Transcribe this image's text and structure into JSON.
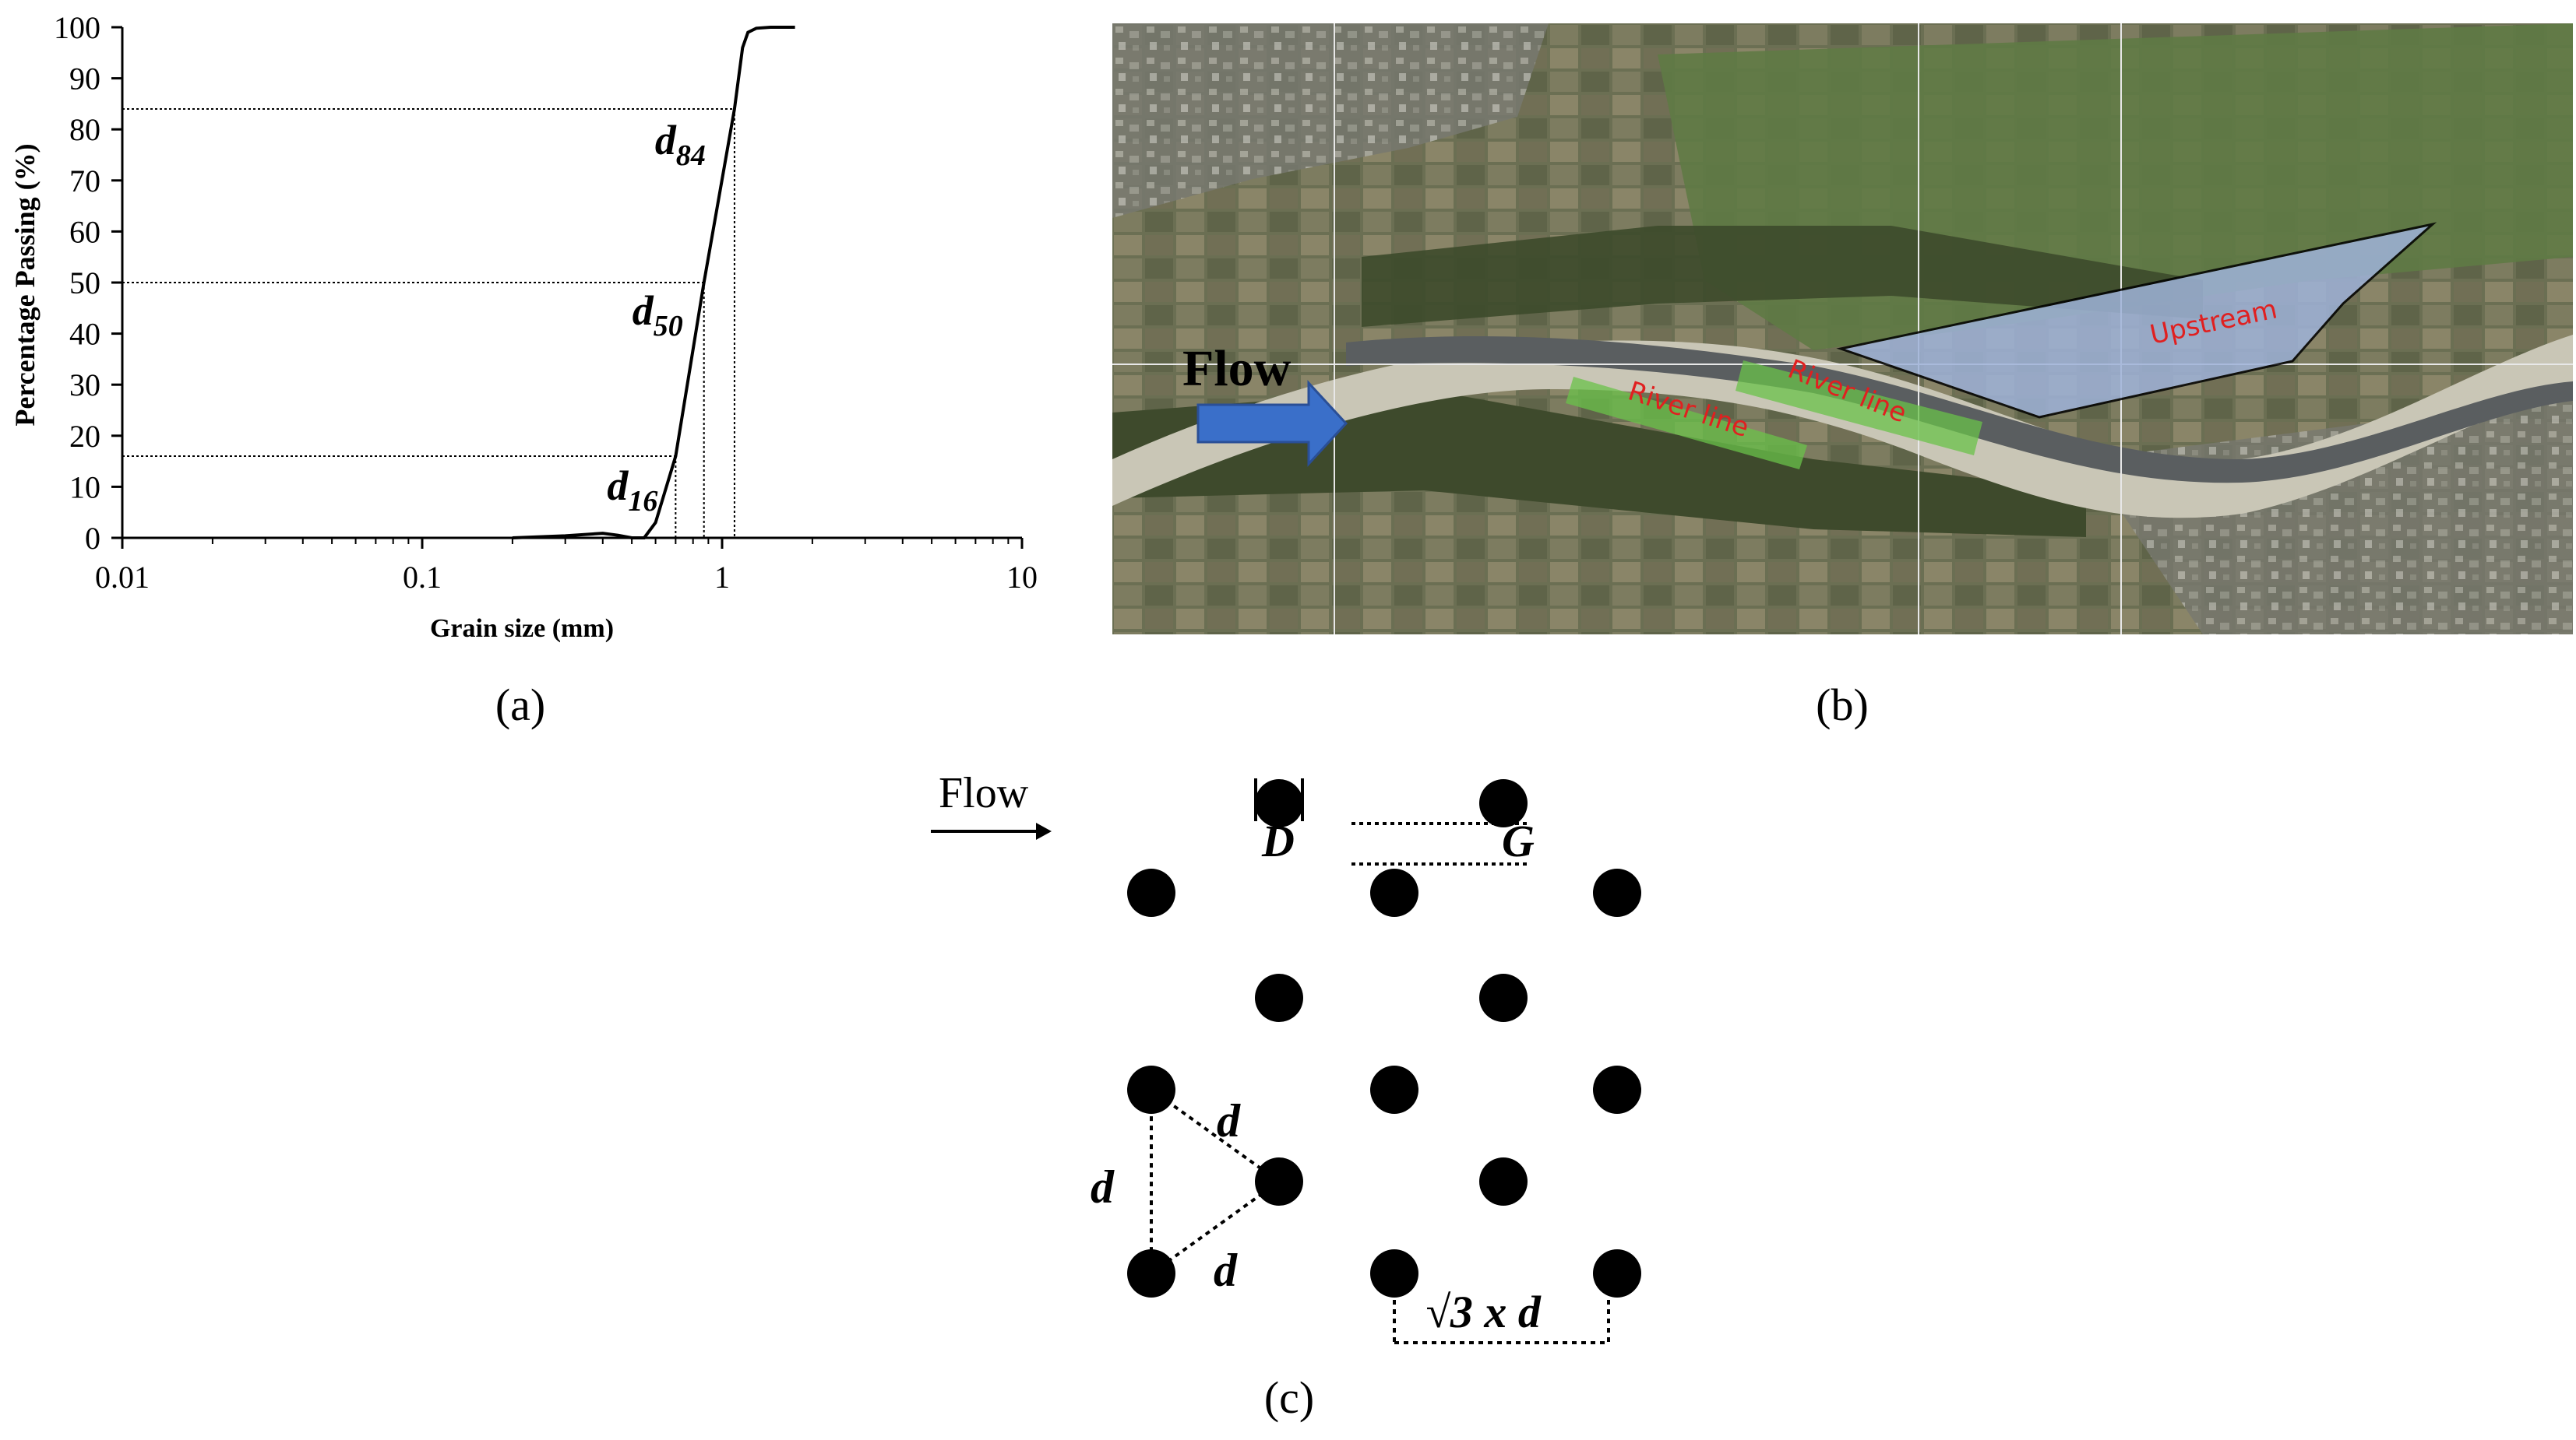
{
  "panels": {
    "a": {
      "caption": "(a)",
      "chart_data": {
        "type": "line",
        "title": "",
        "xlabel": "Grain size (mm)",
        "ylabel": "Percentage Passing (%)",
        "xscale": "log",
        "xlim": [
          0.01,
          10
        ],
        "ylim": [
          0,
          100
        ],
        "xticks": [
          "0.01",
          "0.1",
          "1",
          "10"
        ],
        "yticks": [
          "0",
          "10",
          "20",
          "30",
          "40",
          "50",
          "60",
          "70",
          "80",
          "90",
          "100"
        ],
        "grid": false,
        "series": [
          {
            "x": [
              0.2,
              0.3,
              0.4,
              0.45,
              0.5,
              0.55,
              0.6,
              0.7,
              0.87,
              1.1,
              1.17,
              1.22,
              1.3,
              1.45,
              1.75
            ],
            "y": [
              0,
              0.4,
              0.9,
              0.5,
              0,
              0,
              3,
              16,
              50,
              84,
              96,
              99,
              99.8,
              100,
              100
            ]
          }
        ],
        "annotations": [
          {
            "sub": "84",
            "x": 1.1,
            "y": 84
          },
          {
            "sub": "50",
            "x": 0.87,
            "y": 50
          },
          {
            "sub": "16",
            "x": 0.7,
            "y": 16
          }
        ],
        "annotation_base": "d"
      }
    },
    "b": {
      "caption": "(b)",
      "flow_label": "Flow",
      "labels": {
        "upstream": "Upstream",
        "river_line_1": "River line",
        "river_line_2": "River line"
      },
      "colors": {
        "arrow": "#3a6fc9",
        "region_fill": "#9fb3d9",
        "river_band": "#69c24a",
        "label_red": "#e02020"
      }
    },
    "c": {
      "caption": "(c)",
      "flow_label": "Flow",
      "labels": {
        "D": "D",
        "G": "G",
        "d_left": "d",
        "d_top": "d",
        "d_bottom": "d",
        "spacing": "√3 x d"
      }
    }
  }
}
